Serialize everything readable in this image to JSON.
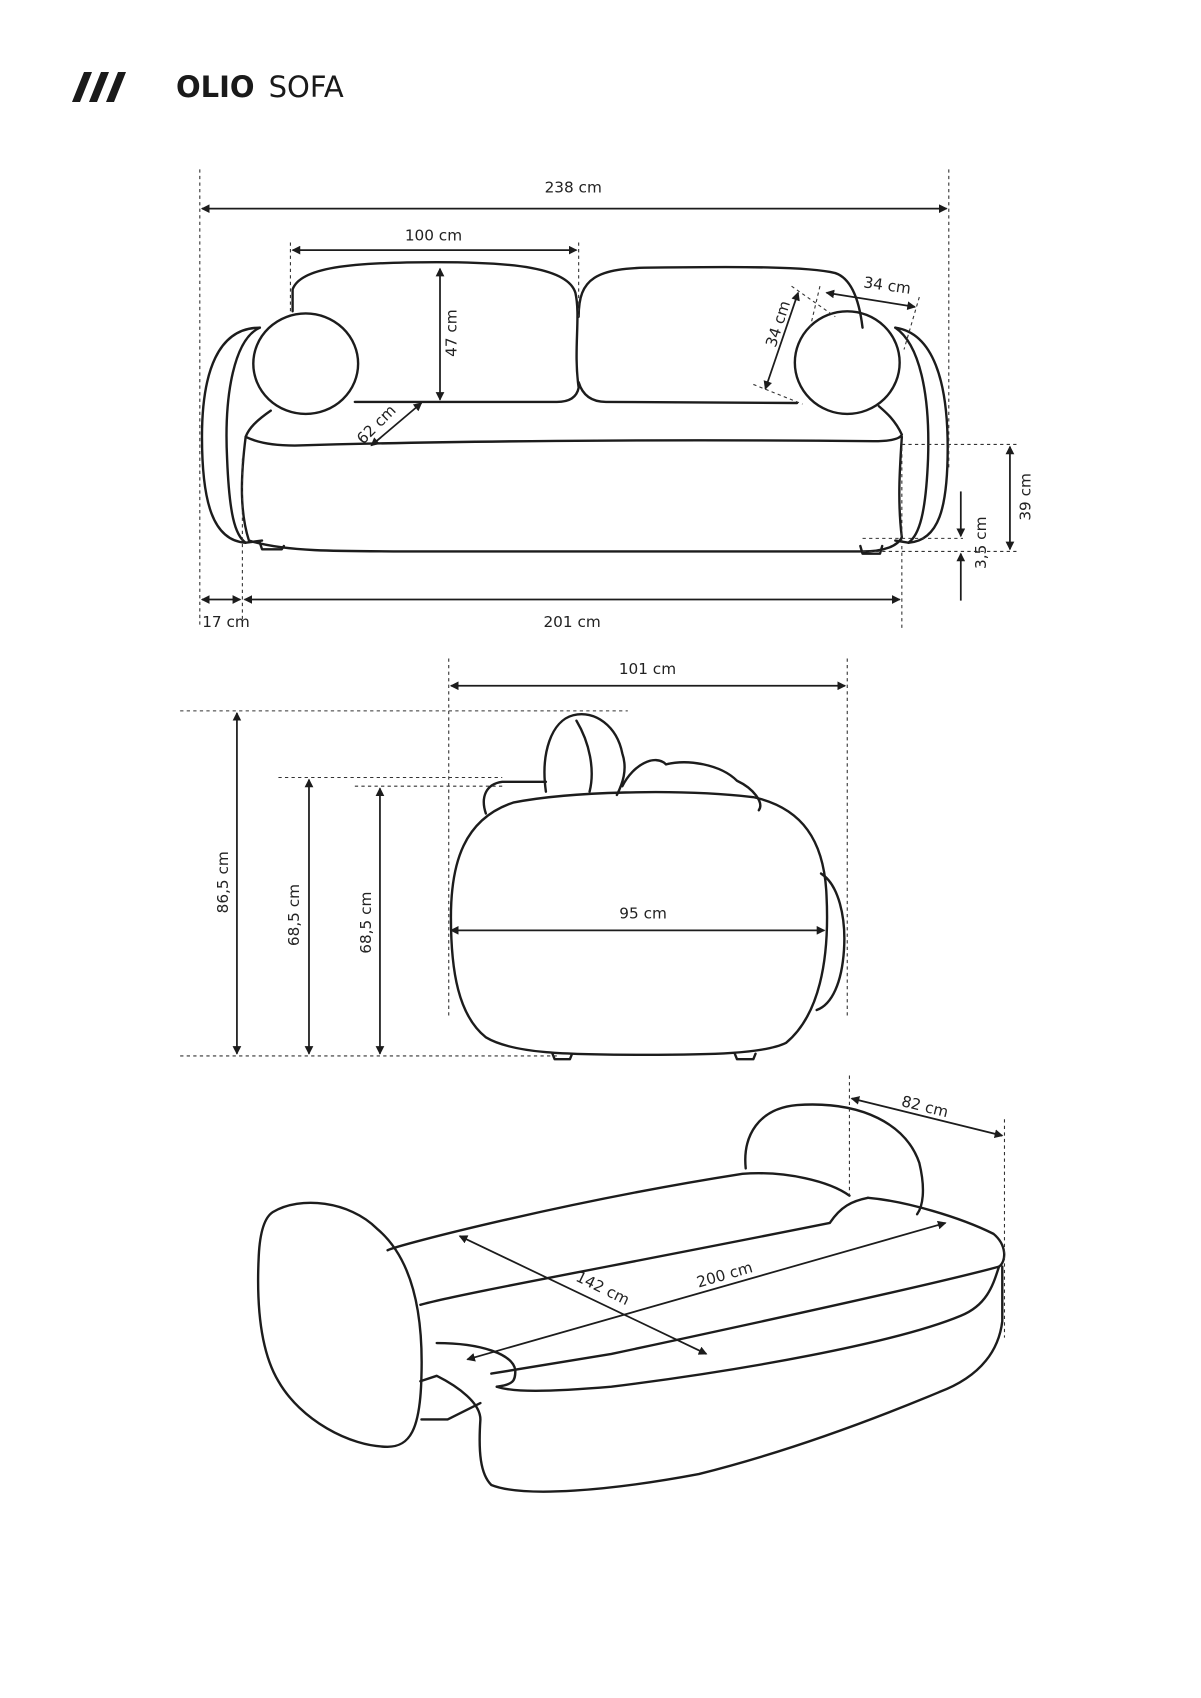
{
  "header": {
    "brand": "OLIO",
    "product": "SOFA",
    "logo_icon": "triple-slash-logo"
  },
  "front_view": {
    "total_width": "238 cm",
    "cushion_width": "100 cm",
    "cushion_height": "47 cm",
    "seat_depth": "62 cm",
    "pillow_height": "34 cm",
    "pillow_width": "34 cm",
    "seat_height": "39 cm",
    "leg_height": "3,5 cm",
    "armrest_width": "17 cm",
    "inner_width": "201 cm"
  },
  "side_view": {
    "depth": "101 cm",
    "total_height": "86,5 cm",
    "back_height_1": "68,5 cm",
    "back_height_2": "68,5 cm",
    "seat_depth": "95 cm"
  },
  "bed_view": {
    "armrest_depth": "82 cm",
    "bed_width": "142 cm",
    "bed_length": "200 cm"
  }
}
